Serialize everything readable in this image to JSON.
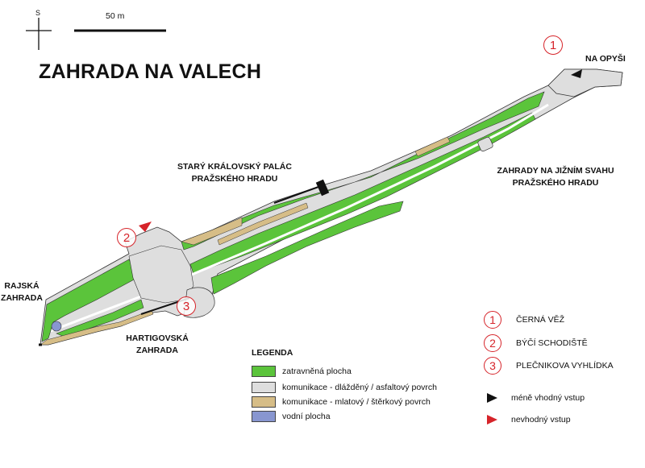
{
  "title": "ZAHRADA NA VALECH",
  "compass": {
    "label": "S"
  },
  "scale": {
    "label": "50 m"
  },
  "places": {
    "na_opysi": "NA OPYŠI",
    "palac_line1": "STARÝ KRÁLOVSKÝ PALÁC",
    "palac_line2": "PRAŽSKÉHO HRADU",
    "jizni_line1": "ZAHRADY  NA JIŽNÍM SVAHU",
    "jizni_line2": "PRAŽSKÉHO HRADU",
    "rajska_line1": "RAJSKÁ",
    "rajska_line2": "ZAHRADA",
    "hartig_line1": "HARTIGOVSKÁ",
    "hartig_line2": "ZAHRADA"
  },
  "map_markers": [
    "1",
    "2",
    "3"
  ],
  "legend": {
    "title": "LEGENDA",
    "items": [
      {
        "label": "zatravněná plocha",
        "color": "#5bc43b"
      },
      {
        "label": "komunikace - dlážděný / asfaltový povrch",
        "color": "#dedede"
      },
      {
        "label": "komunikace - mlatový / štěrkový povrch",
        "color": "#d6bd87"
      },
      {
        "label": "vodní plocha",
        "color": "#8896d0"
      }
    ]
  },
  "poi": [
    {
      "number": "1",
      "label": "ČERNÁ VĚŽ"
    },
    {
      "number": "2",
      "label": "BÝČÍ SCHODIŠTĚ"
    },
    {
      "number": "3",
      "label": "PLEČNIKOVA VYHLÍDKA"
    }
  ],
  "entries": [
    {
      "label": "méně vhodný vstup",
      "color": "#111111",
      "icon": "black-triangle-icon"
    },
    {
      "label": "nevhodný vstup",
      "color": "#d6242a",
      "icon": "red-triangle-icon"
    }
  ]
}
